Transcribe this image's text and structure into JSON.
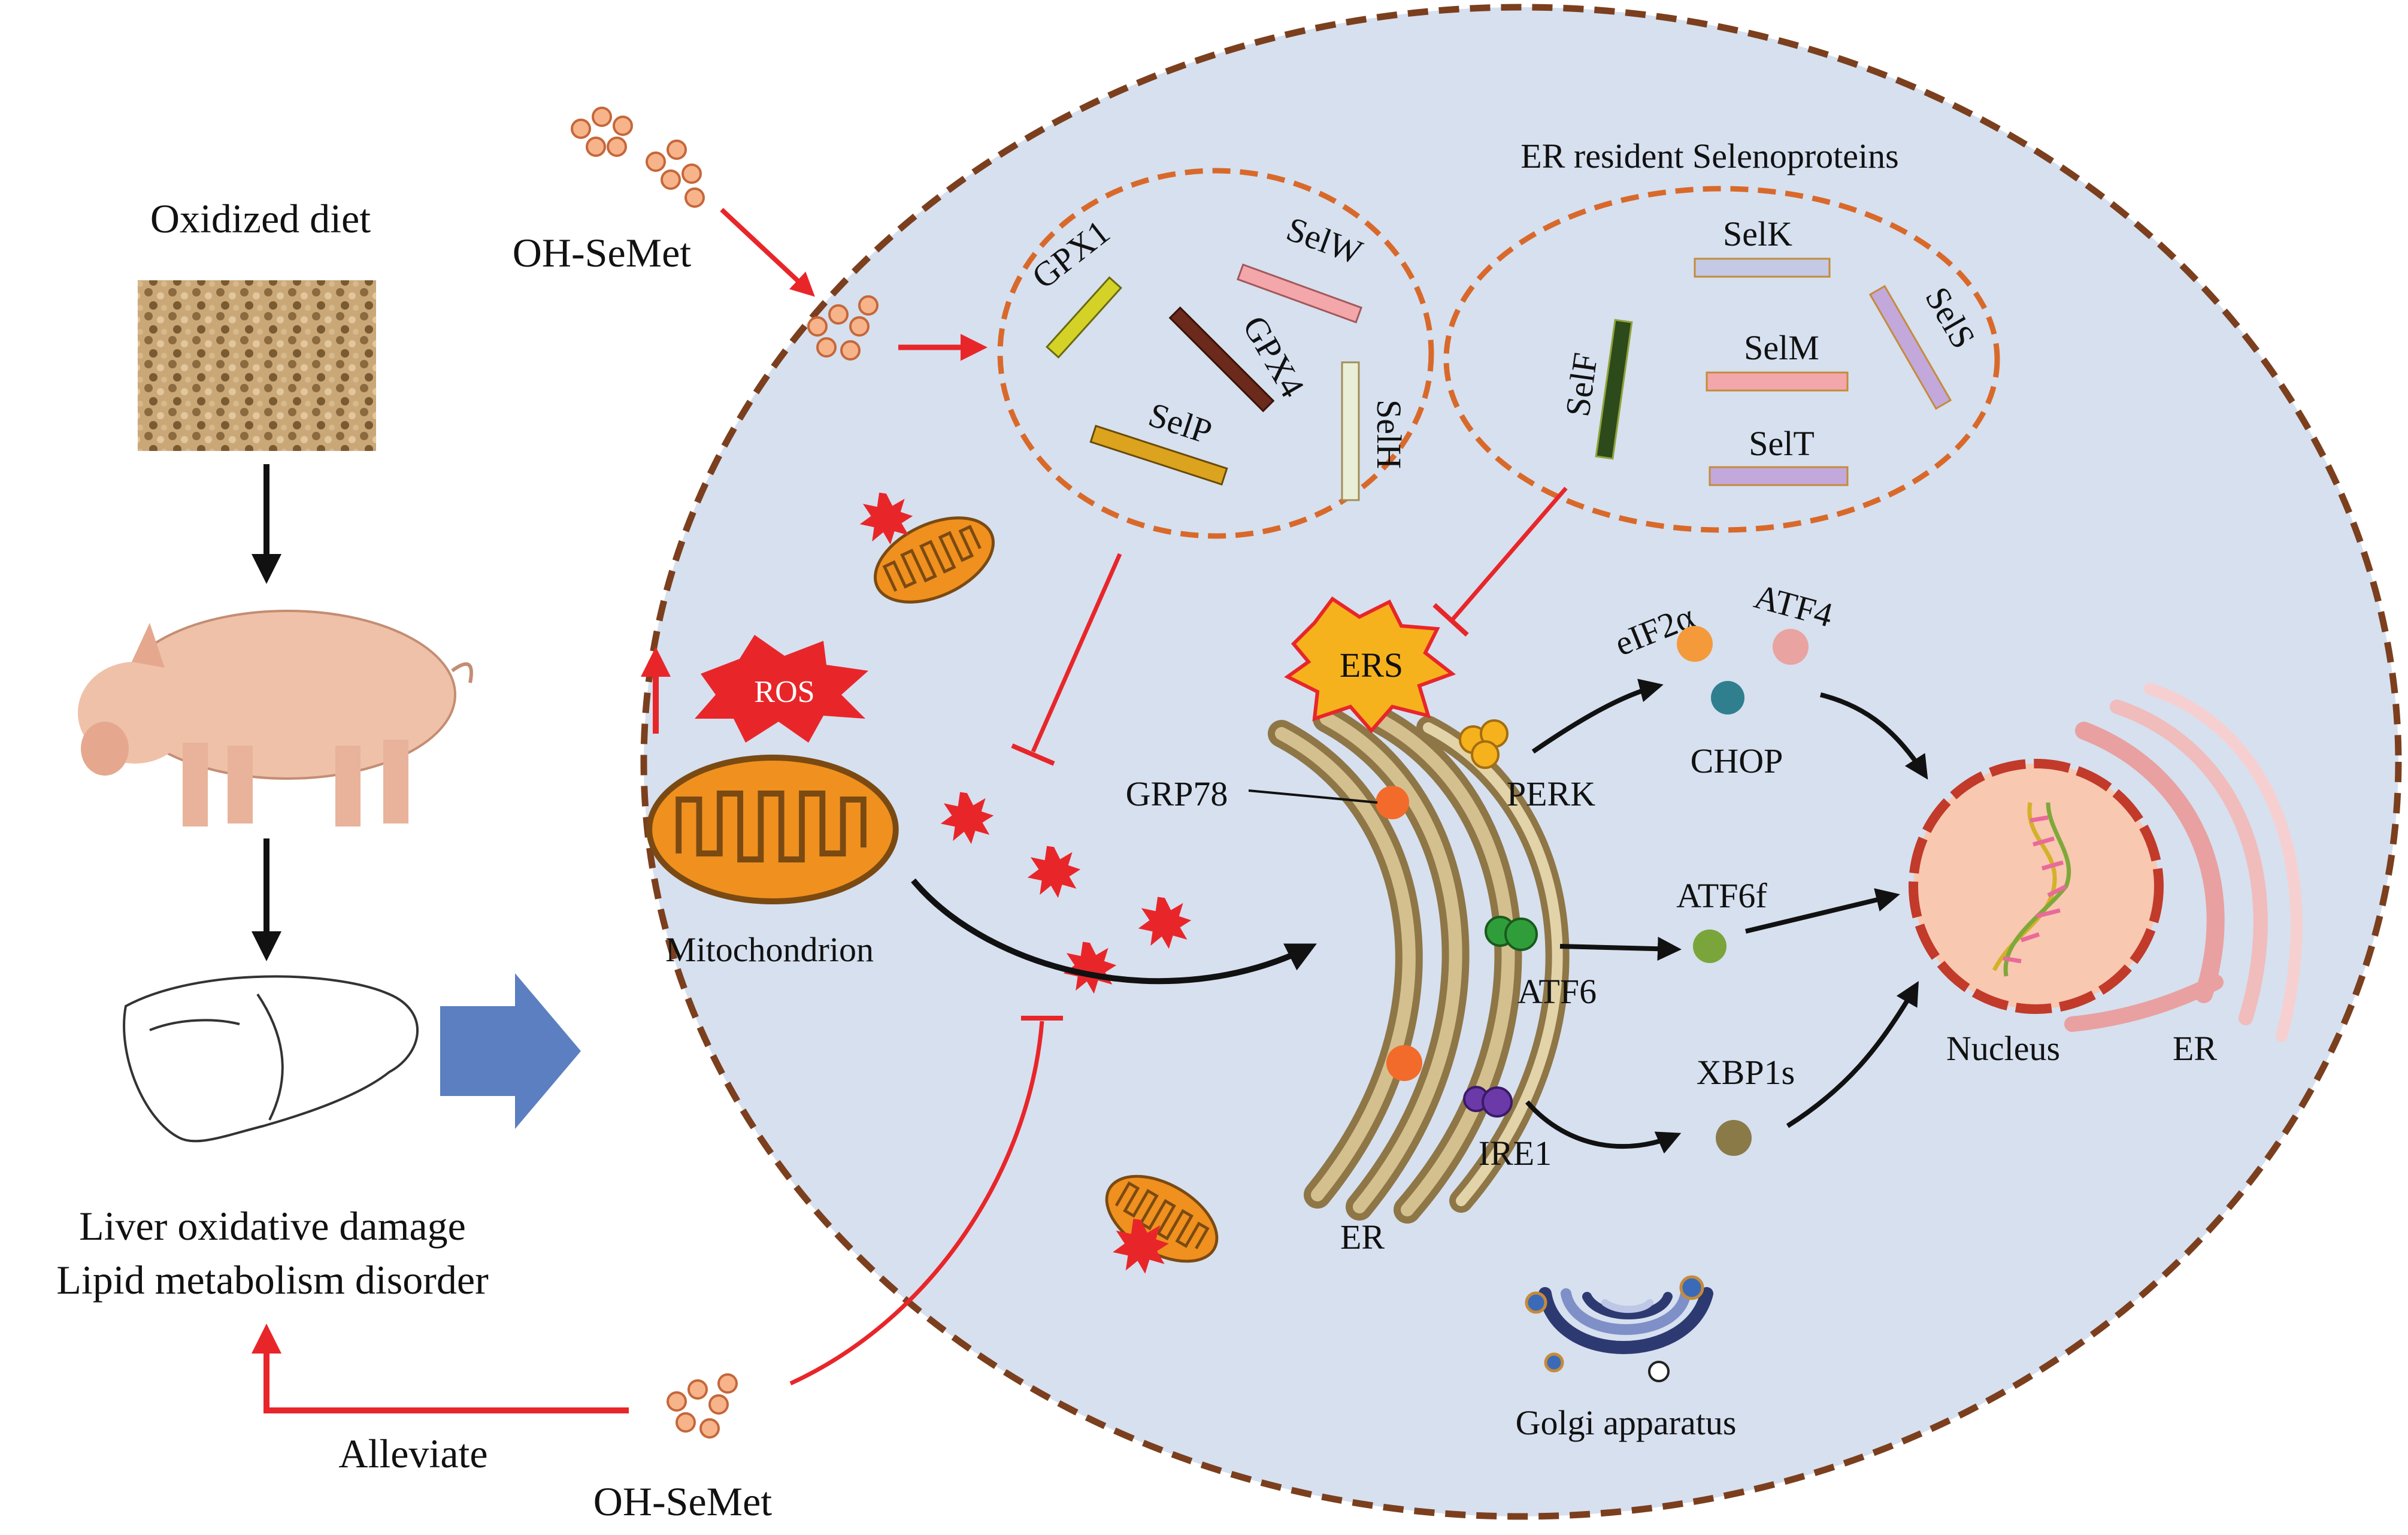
{
  "left": {
    "oxidized_diet": "Oxidized diet",
    "outcome_line1": "Liver oxidative damage",
    "outcome_line2": "Lipid metabolism disorder",
    "alleviate": "Alleviate",
    "ohsemet_bottom": "OH-SeMet"
  },
  "cell": {
    "ohsemet_top": "OH-SeMet",
    "selenoproteins_title": "ER resident Selenoproteins",
    "mito_label": "Mitochondrion",
    "ros": "ROS",
    "ers": "ERS",
    "er_label": "ER",
    "golgi_label": "Golgi apparatus",
    "nucleus_label": "Nucleus",
    "nucleus_er_label": "ER"
  },
  "proteins_cluster1": [
    "GPX1",
    "SelW",
    "GPX4",
    "SelP",
    "SelH"
  ],
  "proteins_cluster2": [
    "SelK",
    "SelS",
    "SelF",
    "SelM",
    "SelT"
  ],
  "pathway": {
    "grp78": "GRP78",
    "perk": "PERK",
    "atf6": "ATF6",
    "ire1": "IRE1",
    "eif2a": "eIF2α",
    "atf4": "ATF4",
    "chop": "CHOP",
    "atf6f": "ATF6f",
    "xbp1s": "XBP1s"
  },
  "colors": {
    "cell_fill": "#d6e0ef",
    "cell_border": "#7b3f1e",
    "cluster_border": "#d9692a",
    "inhibit_red": "#e8262a",
    "activate_black": "#111111",
    "big_arrow": "#5b7fc0",
    "mito_orange": "#f0901e",
    "er_brown": "#a2895a"
  }
}
